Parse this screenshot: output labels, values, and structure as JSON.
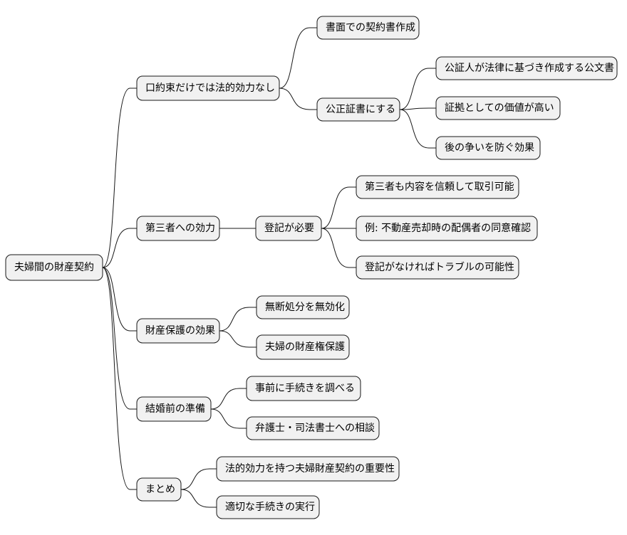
{
  "root": {
    "label": "夫婦間の財産契約",
    "children": [
      {
        "label": "口約束だけでは法的効力なし",
        "children": [
          {
            "label": "書面での契約書作成",
            "children": []
          },
          {
            "label": "公正証書にする",
            "children": [
              {
                "label": "公証人が法律に基づき作成する公文書",
                "children": []
              },
              {
                "label": "証拠としての価値が高い",
                "children": []
              },
              {
                "label": "後の争いを防ぐ効果",
                "children": []
              }
            ]
          }
        ]
      },
      {
        "label": "第三者への効力",
        "children": [
          {
            "label": "登記が必要",
            "children": [
              {
                "label": "第三者も内容を信頼して取引可能",
                "children": []
              },
              {
                "label": "例: 不動産売却時の配偶者の同意確認",
                "children": []
              },
              {
                "label": "登記がなければトラブルの可能性",
                "children": []
              }
            ]
          }
        ]
      },
      {
        "label": "財産保護の効果",
        "children": [
          {
            "label": "無断処分を無効化",
            "children": []
          },
          {
            "label": "夫婦の財産権保護",
            "children": []
          }
        ]
      },
      {
        "label": "結婚前の準備",
        "children": [
          {
            "label": "事前に手続きを調べる",
            "children": []
          },
          {
            "label": "弁護士・司法書士への相談",
            "children": []
          }
        ]
      },
      {
        "label": "まとめ",
        "children": [
          {
            "label": "法的効力を持つ夫婦財産契約の重要性",
            "children": []
          },
          {
            "label": "適切な手続きの実行",
            "children": []
          }
        ]
      }
    ]
  }
}
